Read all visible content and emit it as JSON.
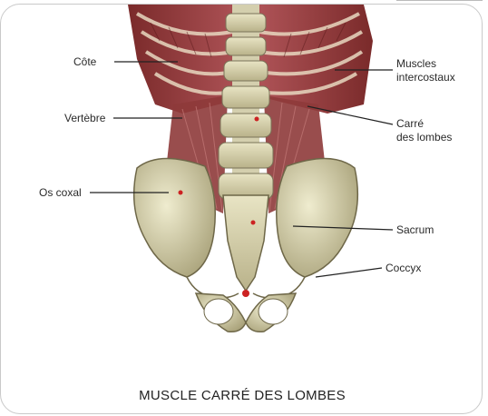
{
  "labels": {
    "cote": "Côte",
    "vertebre": "Vertèbre",
    "os_coxal": "Os coxal",
    "muscles_intercostaux": [
      "Muscles",
      "intercostaux"
    ],
    "carre_des_lombes": [
      "Carré",
      "des lombes"
    ],
    "sacrum": "Sacrum",
    "coccyx": "Coccyx"
  },
  "caption": "MUSCLE CARRÉ DES LOMBES"
}
